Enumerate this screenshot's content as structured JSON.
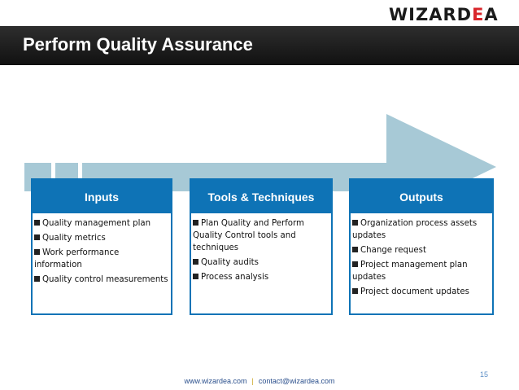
{
  "logo": {
    "text": "WIZARDEA",
    "mark_color": "#d9262b"
  },
  "slide": {
    "title": "Perform Quality Assurance"
  },
  "columns": [
    {
      "heading": "Inputs",
      "items": [
        "Quality management plan",
        "Quality metrics",
        "Work performance information",
        "Quality control measurements"
      ]
    },
    {
      "heading": "Tools & Techniques",
      "items": [
        "Plan Quality and Perform Quality Control tools and techniques",
        "Quality audits",
        "Process analysis"
      ]
    },
    {
      "heading": "Outputs",
      "items": [
        "Organization process assets updates",
        "Change request",
        "Project management plan updates",
        "Project document updates"
      ]
    }
  ],
  "footer": {
    "website": "www.wizardea.com",
    "separator": "|",
    "email": "contact@wizardea.com"
  },
  "page_number": "15",
  "colors": {
    "header_blue": "#0e73b6",
    "arrow_fill": "#a7c9d6",
    "title_bar": "#1a1a1a"
  }
}
